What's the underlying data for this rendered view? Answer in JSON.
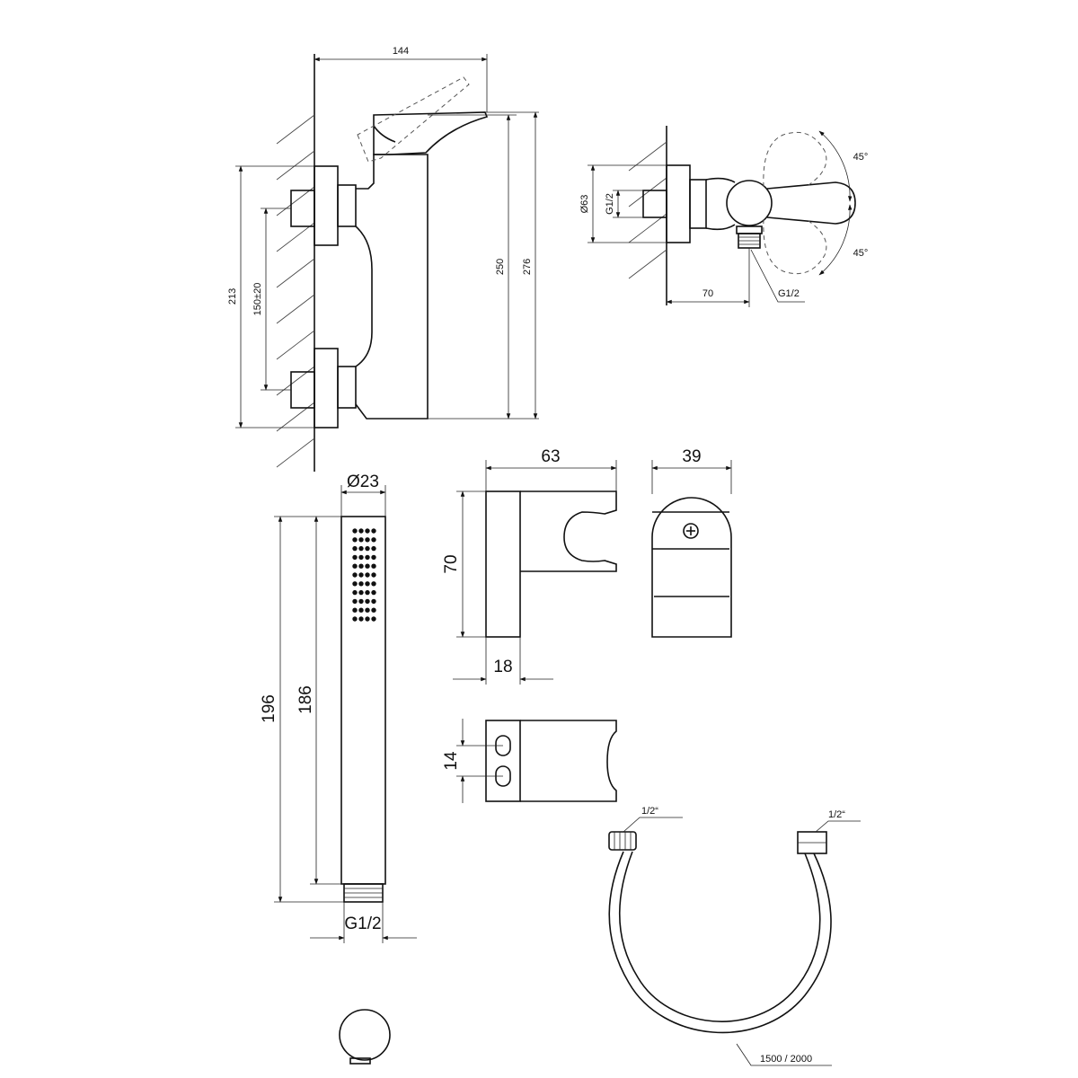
{
  "mixer_side": {
    "width": "144",
    "height_total": "276",
    "height_body": "250",
    "height_outer": "213",
    "connection_spacing": "150±20"
  },
  "mixer_top": {
    "diameter": "Ø63",
    "inlet": "G1/2",
    "depth": "70",
    "outlet": "G1/2",
    "angle_upper": "45°",
    "angle_lower": "45°"
  },
  "hand_shower": {
    "diameter": "Ø23",
    "length_total": "196",
    "length_body": "186",
    "thread": "G1/2"
  },
  "holder": {
    "width": "63",
    "height": "70",
    "depth": "39",
    "base": "18",
    "hole_spacing": "14"
  },
  "hose": {
    "end_left": "1/2“",
    "end_right": "1/2“",
    "length": "1500 / 2000"
  }
}
